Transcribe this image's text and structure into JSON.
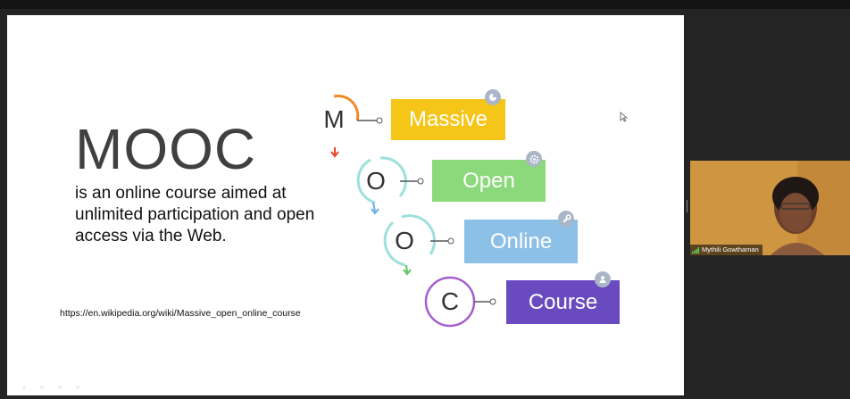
{
  "slide": {
    "title": "MOOC",
    "description": "is an online course aimed at unlimited participation and open access via the Web.",
    "link": "https://en.wikipedia.org/wiki/Massive_open_online_course",
    "diagram": {
      "items": [
        {
          "letter": "M",
          "word": "Massive",
          "color": "#f5c518",
          "accent": "#f08a2a",
          "icon": "pie-chart-icon"
        },
        {
          "letter": "O",
          "word": "Open",
          "color": "#8bd97a",
          "accent": "#9de0dc",
          "icon": "gear-icon"
        },
        {
          "letter": "O",
          "word": "Online",
          "color": "#8cc0e6",
          "accent": "#9de0dc",
          "icon": "wrench-icon"
        },
        {
          "letter": "C",
          "word": "Course",
          "color": "#6a4bbf",
          "accent": "#a55fcf",
          "icon": "user-icon"
        }
      ]
    }
  },
  "participant": {
    "name": "Mythili Gowthaman"
  }
}
